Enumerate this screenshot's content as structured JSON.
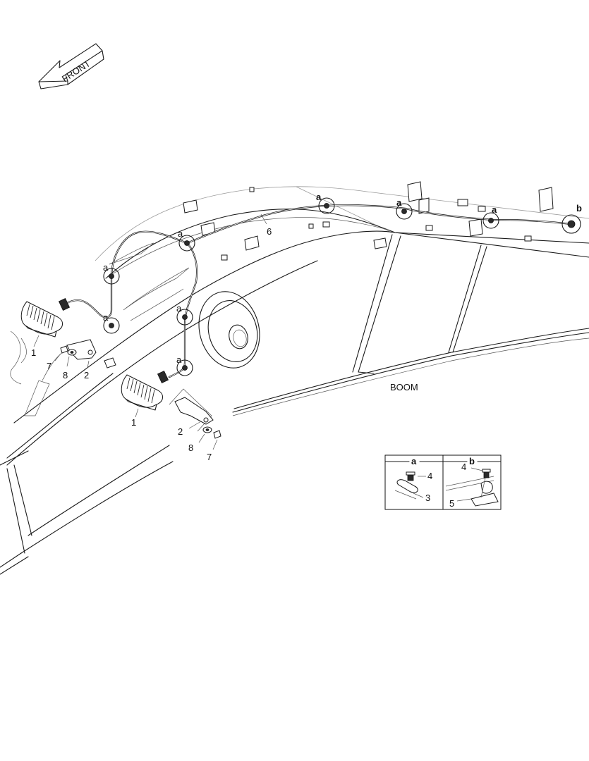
{
  "front_arrow": {
    "label": "FRONT"
  },
  "boom_label": "BOOM",
  "callouts": {
    "lamp": "1",
    "bracket": "2",
    "clip": "3",
    "bolt": "4",
    "clamp": "5",
    "harness": "6",
    "screw": "7",
    "washer": "8"
  },
  "detail_markers": {
    "a": "a",
    "b": "b"
  },
  "detail_boxes": {
    "a": {
      "title": "a",
      "labels": [
        "4",
        "3"
      ]
    },
    "b": {
      "title": "b",
      "labels": [
        "4",
        "5"
      ]
    }
  }
}
